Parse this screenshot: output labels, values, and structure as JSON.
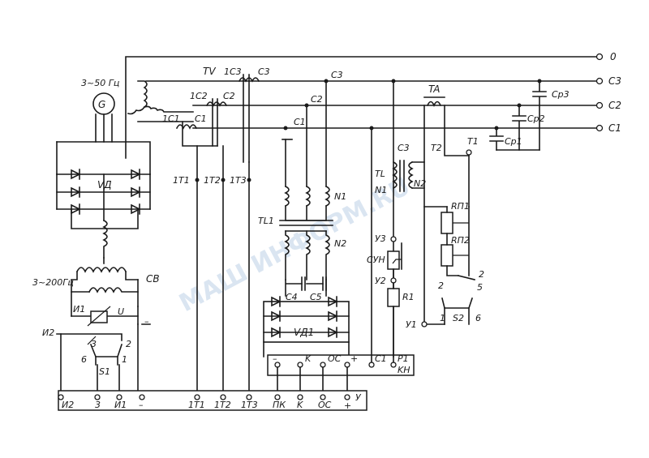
{
  "bus_labels": {
    "zero": "0",
    "c3": "C3",
    "c2": "C2",
    "c1": "C1"
  },
  "generator": {
    "freq_label": "3~50 Гц",
    "symbol": "G"
  },
  "exciter": {
    "freq_label": "3~200Гц",
    "winding_label": "CB"
  },
  "rectifier_main": {
    "label": "VД"
  },
  "rectifier_output": {
    "label": "VД1"
  },
  "transformers": {
    "tv": "TV",
    "tv_1c3": "1C3",
    "tv_c3": "C3",
    "tv_1c2": "1C2",
    "tv_c2": "C2",
    "tv_1c1": "1C1",
    "tv_c1": "C1",
    "tl1": "TL1",
    "n1": "N1",
    "n2": "N2",
    "tl": "TL",
    "tl_n1": "N1",
    "tl_n2": "N2",
    "ta": "TA"
  },
  "tap_labels": {
    "c3": "C3",
    "c2": "C2",
    "c1": "C1",
    "c3_tl": "C3",
    "t2": "T2",
    "t1": "T1"
  },
  "test_points": {
    "t1": "1T1",
    "t2": "1T2",
    "t3": "1T3"
  },
  "capacitors": {
    "cp3": "Cр3",
    "cp2": "Cр2",
    "cp1": "Cр1",
    "c4": "C4",
    "c5": "C5"
  },
  "components": {
    "y3": "У3",
    "cyn": "СУН",
    "y2": "У2",
    "r1": "R1",
    "y1": "У1",
    "rp1": "RП1",
    "rp2": "RП2",
    "s2": "S2",
    "s2_1": "1",
    "s2_2": "2",
    "s2_5": "5",
    "s2_6": "6",
    "s2_2b": "2",
    "i1": "И1",
    "u": "U",
    "minus": "–",
    "i2": "И2",
    "s1": "S1",
    "s1_3": "3",
    "s1_2": "2",
    "s1_6": "6",
    "s1_1": "1"
  },
  "upper_block": {
    "minus": "–",
    "k": "K",
    "oc": "OC",
    "plus": "+",
    "c1": "C1",
    "p1": "P1",
    "kn": "KH"
  },
  "bottom_block": [
    "И2",
    "3",
    "И1",
    "–",
    "1T1",
    "1T2",
    "1T3",
    "ПК",
    "K",
    "OC",
    "У",
    "+"
  ],
  "watermark": "МАШ ИНФОРМ.RU"
}
